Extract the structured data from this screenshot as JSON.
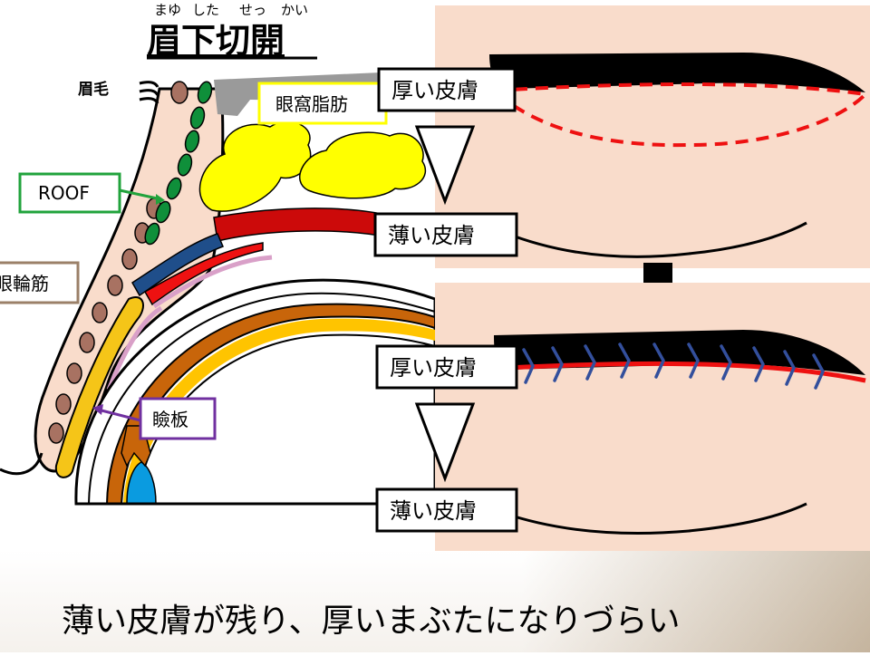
{
  "title": {
    "ruby": [
      "まゆ",
      "した",
      "せっ",
      "かい"
    ],
    "text": "眉下切開"
  },
  "labels": {
    "eyebrow": "眉毛",
    "roof": "ROOF",
    "orbital_fat": "眼窩脂肪",
    "orbicularis": "眼輪筋",
    "tarsus": "瞼板"
  },
  "panels": {
    "before": {
      "thick_label": "厚い皮膚",
      "thin_label": "薄い皮膚"
    },
    "after": {
      "thick_label": "厚い皮膚",
      "thin_label": "薄い皮膚"
    }
  },
  "caption": "薄い皮膚が残り、厚いまぶたになりづらい",
  "colors": {
    "panel_bg": "#f9dccb",
    "incision": "#ee1111",
    "suture": "#334f9c",
    "fat": "#ffff00",
    "roof": "#0f8f3a",
    "muscle_spots": "#a87262",
    "tarsus": "#f5c518",
    "orbit_orange": "#c8650a",
    "levator_red": "#cc0a0a",
    "label_roof_border": "#21a33c",
    "label_fat_border": "#ffff00",
    "label_tarsus_border": "#7030a0",
    "label_muscle_border": "#9b8068"
  }
}
